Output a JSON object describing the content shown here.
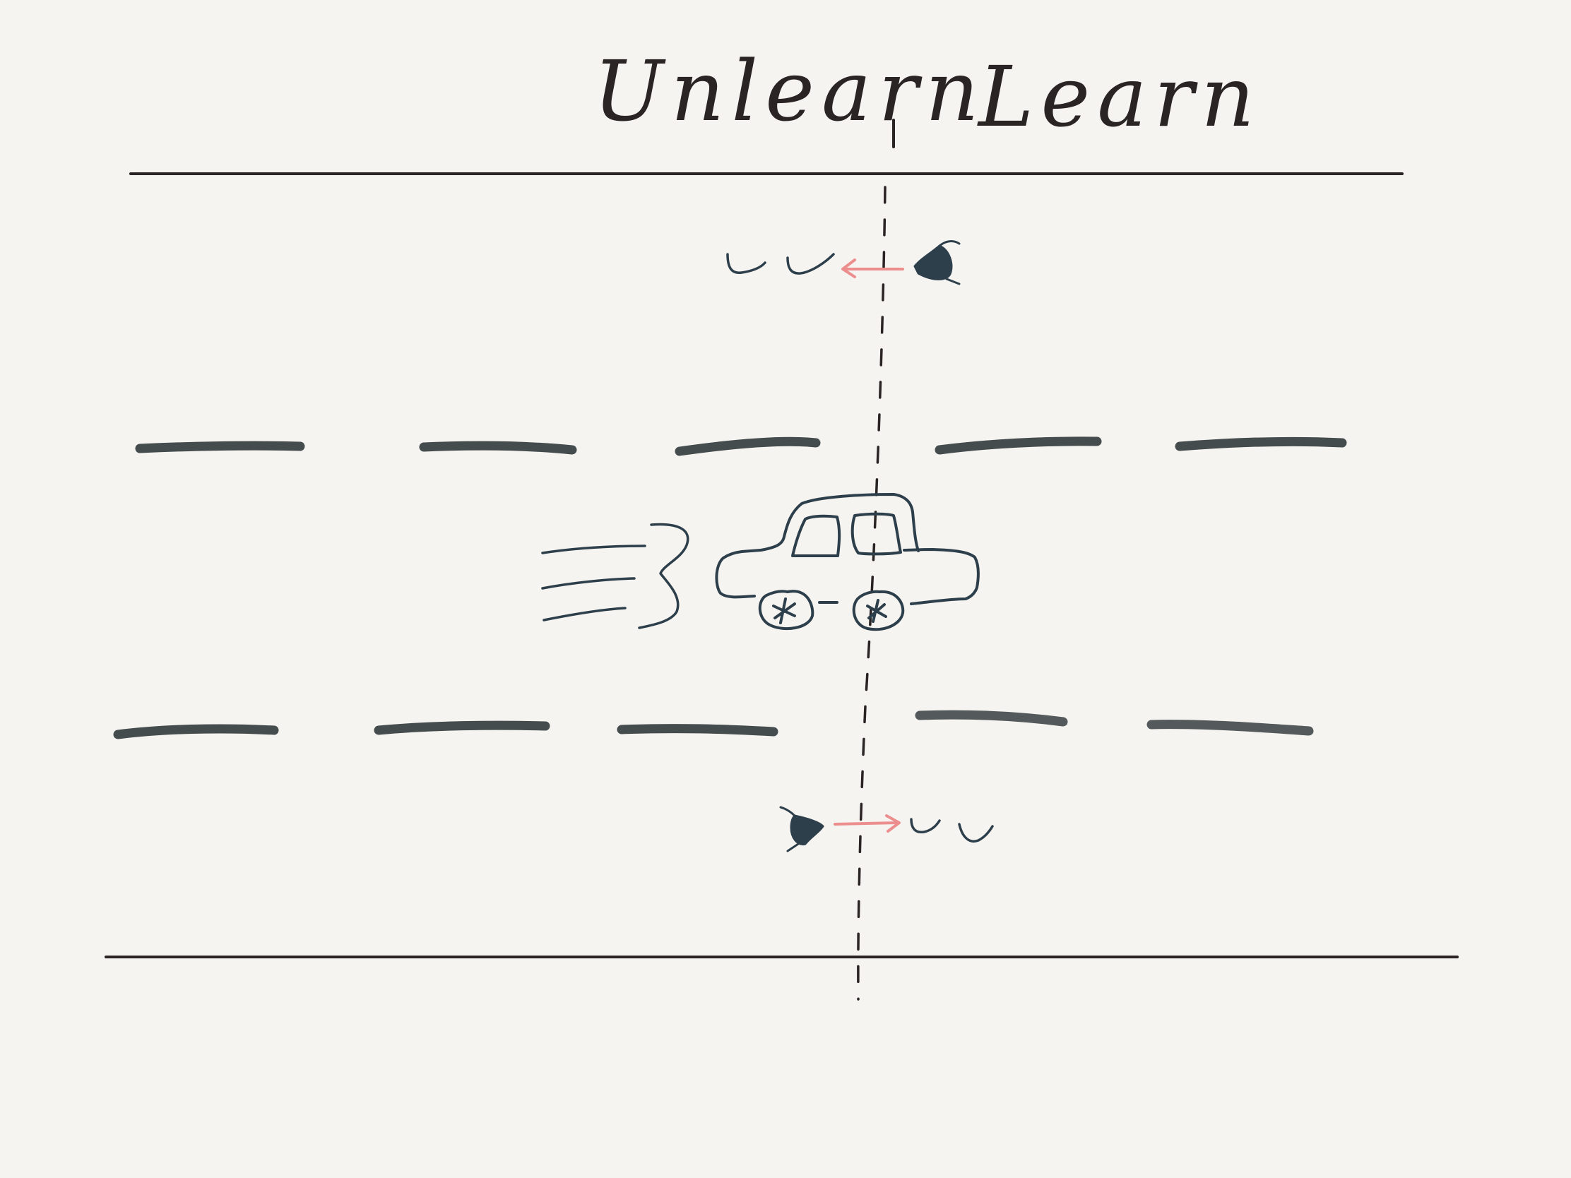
{
  "labels": {
    "left": "Unlearn",
    "right": "Learn"
  },
  "colors": {
    "background": "#f6f4f0",
    "ink": "#2a2424",
    "marking": "#454c4e",
    "sketch": "#2e3f4c",
    "arrow": "#ec8e8e"
  },
  "icons": {
    "car": "car-icon",
    "speed_lines": "speed-lines-icon",
    "upper_figure": "water-drop-icon",
    "lower_figure": "water-drop-icon"
  },
  "arrows": {
    "upper_direction": "left",
    "lower_direction": "right"
  }
}
